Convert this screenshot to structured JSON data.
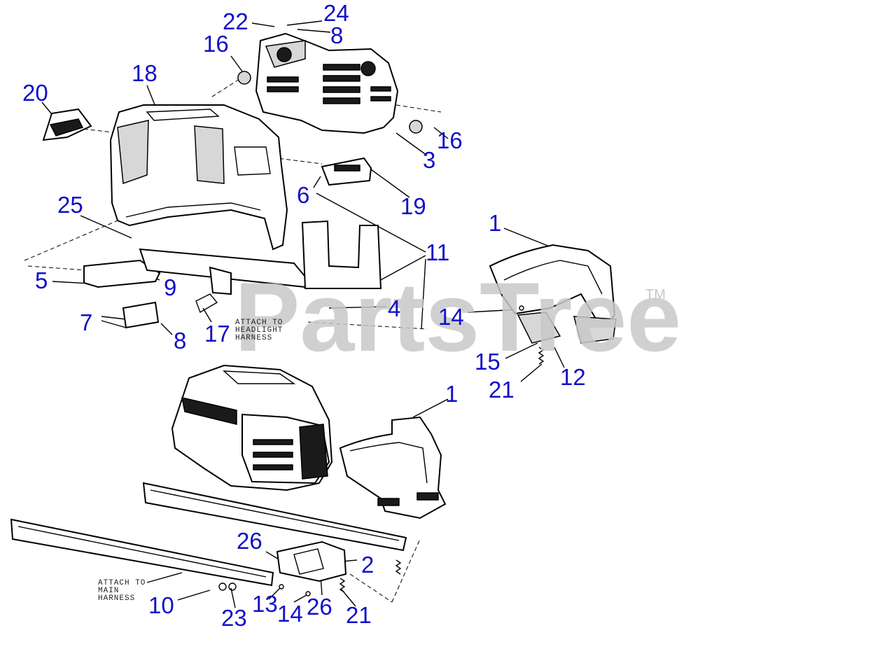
{
  "watermark": {
    "text": "PartsTree",
    "mark": "TM"
  },
  "notes": [
    {
      "id": "headlight",
      "text": "ATTACH TO\nHEADLIGHT\nHARNESS"
    },
    {
      "id": "main",
      "text": "ATTACH TO\nMAIN\nHARNESS"
    }
  ],
  "callouts": [
    "22",
    "24",
    "8",
    "16",
    "16",
    "18",
    "20",
    "3",
    "6",
    "19",
    "25",
    "11",
    "1",
    "5",
    "9",
    "4",
    "14",
    "7",
    "8",
    "17",
    "15",
    "12",
    "21",
    "1",
    "26",
    "2",
    "10",
    "23",
    "13",
    "14",
    "26",
    "21"
  ],
  "colors": {
    "callout": "#1010c8",
    "watermark": "#c8c8c8",
    "line": "#000000"
  }
}
